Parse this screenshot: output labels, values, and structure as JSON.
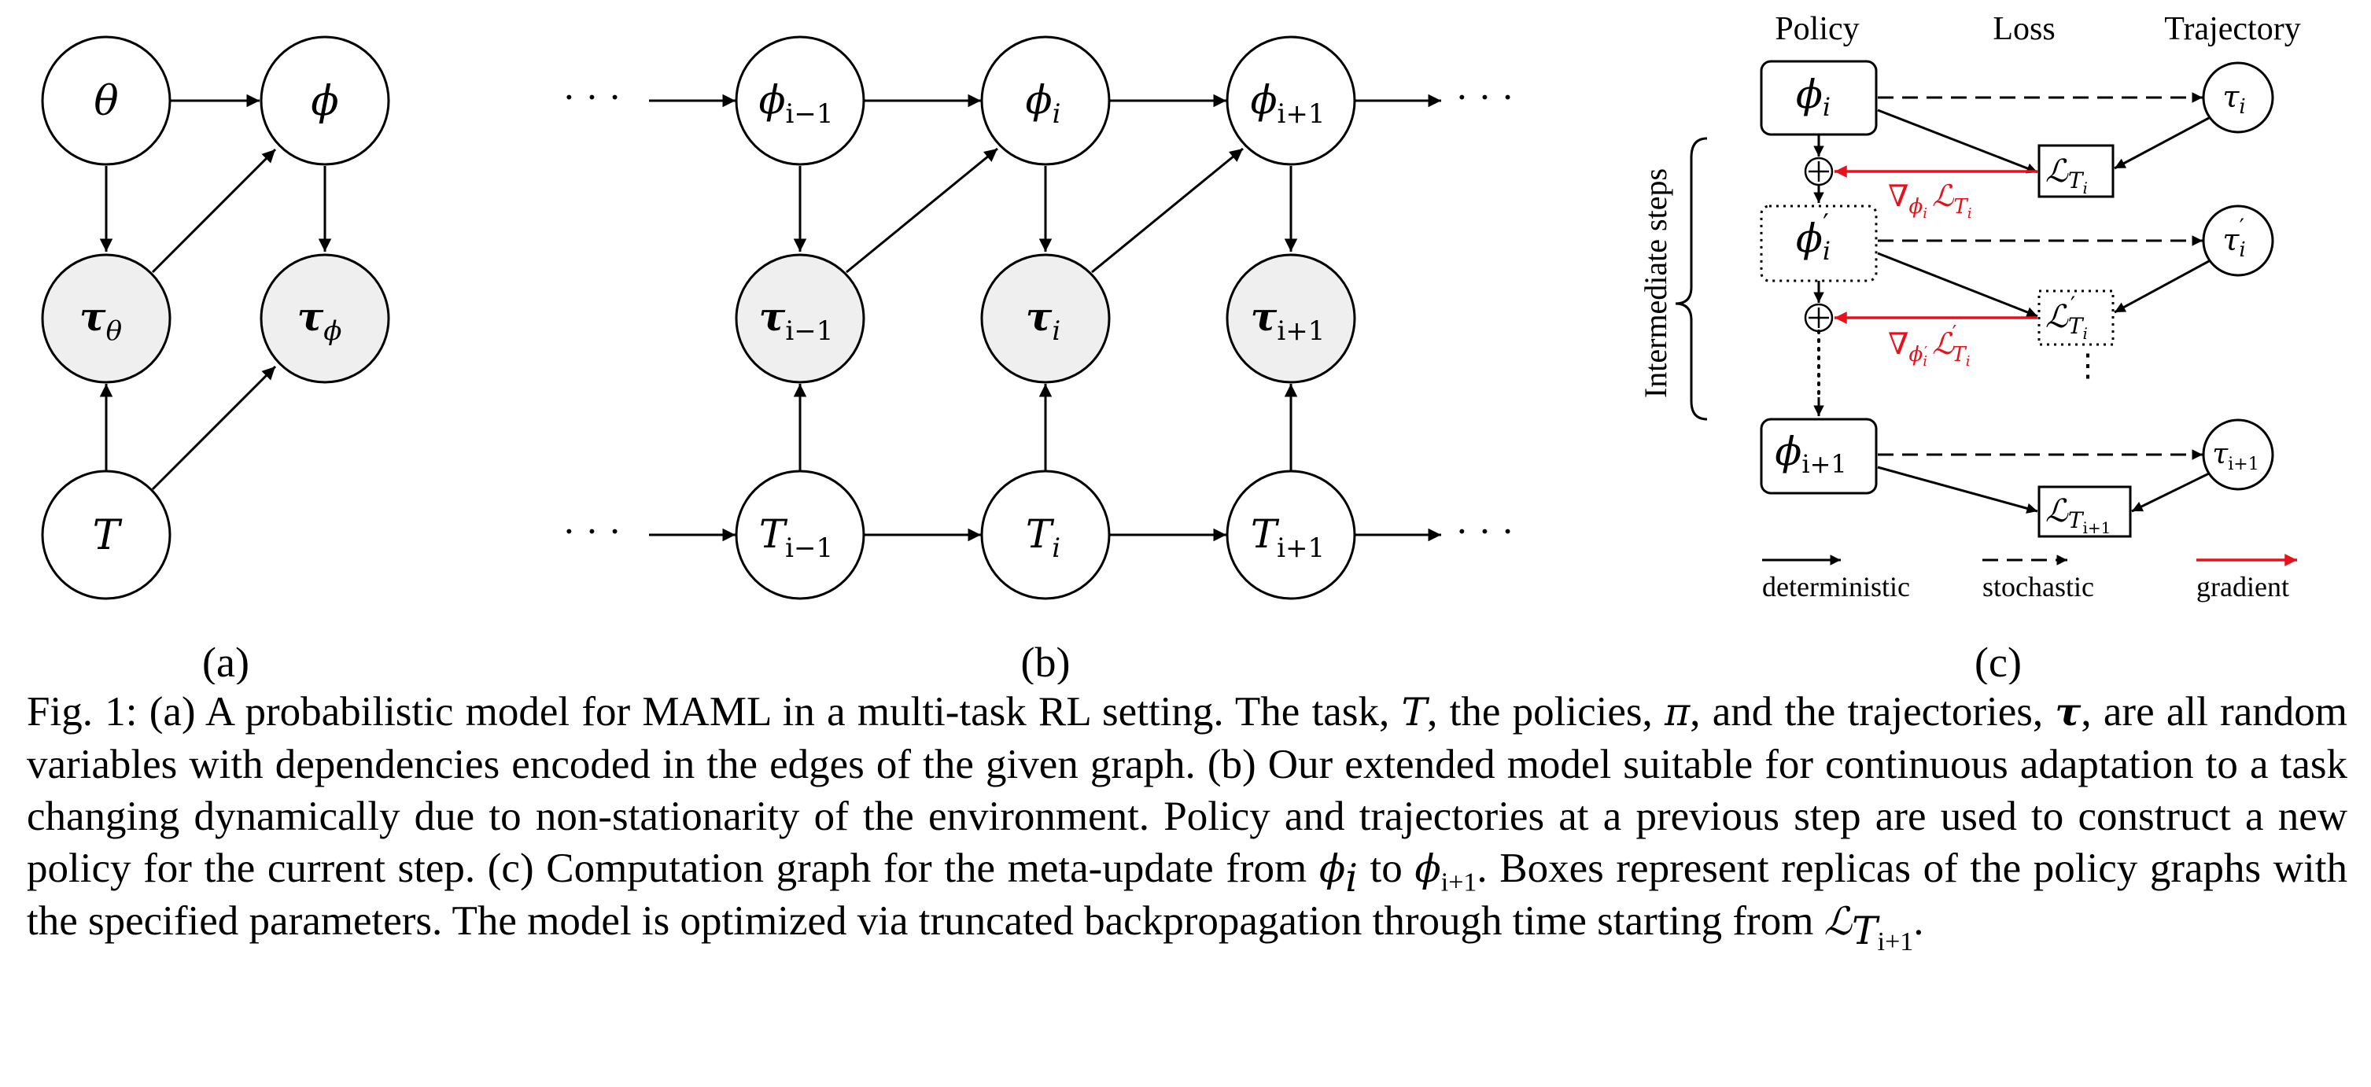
{
  "panel_labels": {
    "a": "(a)",
    "b": "(b)",
    "c": "(c)"
  },
  "panel_a": {
    "nodes": {
      "theta": "θ",
      "phi": "ϕ",
      "tau_theta": "τ",
      "tau_theta_sub": "θ",
      "tau_phi": "τ",
      "tau_phi_sub": "ϕ",
      "task": "T"
    }
  },
  "panel_b": {
    "ellipsis": "· · ·",
    "nodes": {
      "phi_prev": "ϕ",
      "phi_prev_sub": "i−1",
      "phi_cur": "ϕ",
      "phi_cur_sub": "i",
      "phi_next": "ϕ",
      "phi_next_sub": "i+1",
      "tau_prev": "τ",
      "tau_prev_sub": "i−1",
      "tau_cur": "τ",
      "tau_cur_sub": "i",
      "tau_next": "τ",
      "tau_next_sub": "i+1",
      "t_prev": "T",
      "t_prev_sub": "i−1",
      "t_cur": "T",
      "t_cur_sub": "i",
      "t_next": "T",
      "t_next_sub": "i+1"
    }
  },
  "panel_c": {
    "headers": {
      "policy": "Policy",
      "loss": "Loss",
      "trajectory": "Trajectory"
    },
    "side_label": "Intermediate steps",
    "phi": "ϕ",
    "phi_i_sub": "i",
    "phi_prime_sub": "i",
    "phi_next_sub": "i+1",
    "tau": "τ",
    "tau_i_sub": "i",
    "tau_prime_sub": "i",
    "tau_next_sub": "i+1",
    "loss_symbol": "ℒ",
    "loss_T": "T",
    "loss_i_sub": "i",
    "loss_next_sub": "i+1",
    "grad_symbol": "∇",
    "vdots": "⋮",
    "legend": {
      "deterministic": "deterministic",
      "stochastic": "stochastic",
      "gradient": "gradient"
    },
    "colors": {
      "gradient": "#e8101b"
    }
  },
  "caption": {
    "fig_label": "Fig. 1:",
    "p1": "(a) A probabilistic model for MAML in a multi-task RL setting. The task, ",
    "T": "T",
    "p2": ", the policies, ",
    "pi": "π",
    "p3": ", and the trajectories, ",
    "tau": "τ",
    "p4": ", are all random variables with dependencies encoded in the edges of the given graph. (b) Our extended model suitable for continuous adaptation to a task changing dynamically due to non-stationarity of the environment. Policy and trajectories at a previous step are used to construct a new policy for the current step. (c) Computation graph for the meta-update from ",
    "phi1": "ϕ",
    "phi1_sub": "i",
    "p5": " to ",
    "phi2": "ϕ",
    "phi2_sub": "i+1",
    "p6": ". Boxes represent replicas of the policy graphs with the specified parameters. The model is optimized via truncated backpropagation through time starting from ",
    "L": "ℒ",
    "L_sub": "T",
    "L_subsub": "i+1",
    "p7": "."
  }
}
